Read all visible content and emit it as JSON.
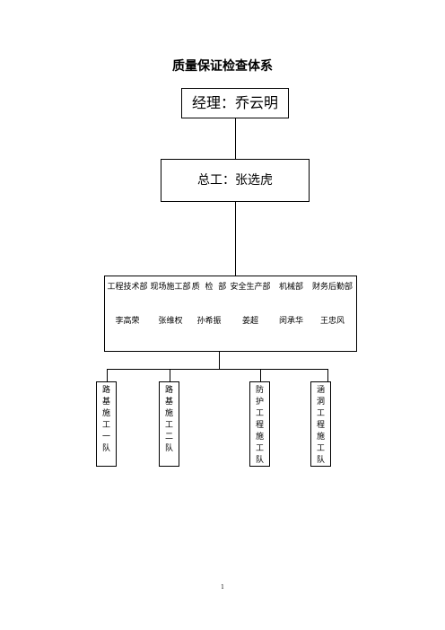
{
  "title": "质量保证检查体系",
  "manager": {
    "label": "经理：乔云明"
  },
  "chief": {
    "label": "总工：张选虎"
  },
  "departments": [
    {
      "name": "工程技术部",
      "person": "李高荣"
    },
    {
      "name": "现场施工部",
      "person": "张维权"
    },
    {
      "name": "质  检  部",
      "person": "孙希振"
    },
    {
      "name": "安全生产部",
      "person": "姜超"
    },
    {
      "name": "机械部",
      "person": "闵承华"
    },
    {
      "name": "财务后勤部",
      "person": "王忠风"
    }
  ],
  "teams": [
    {
      "label": "路基施工一队"
    },
    {
      "label": "路基施工二队"
    },
    {
      "label": "防护工程施工队"
    },
    {
      "label": "涵洞工程施工队"
    }
  ],
  "page_number": "1"
}
